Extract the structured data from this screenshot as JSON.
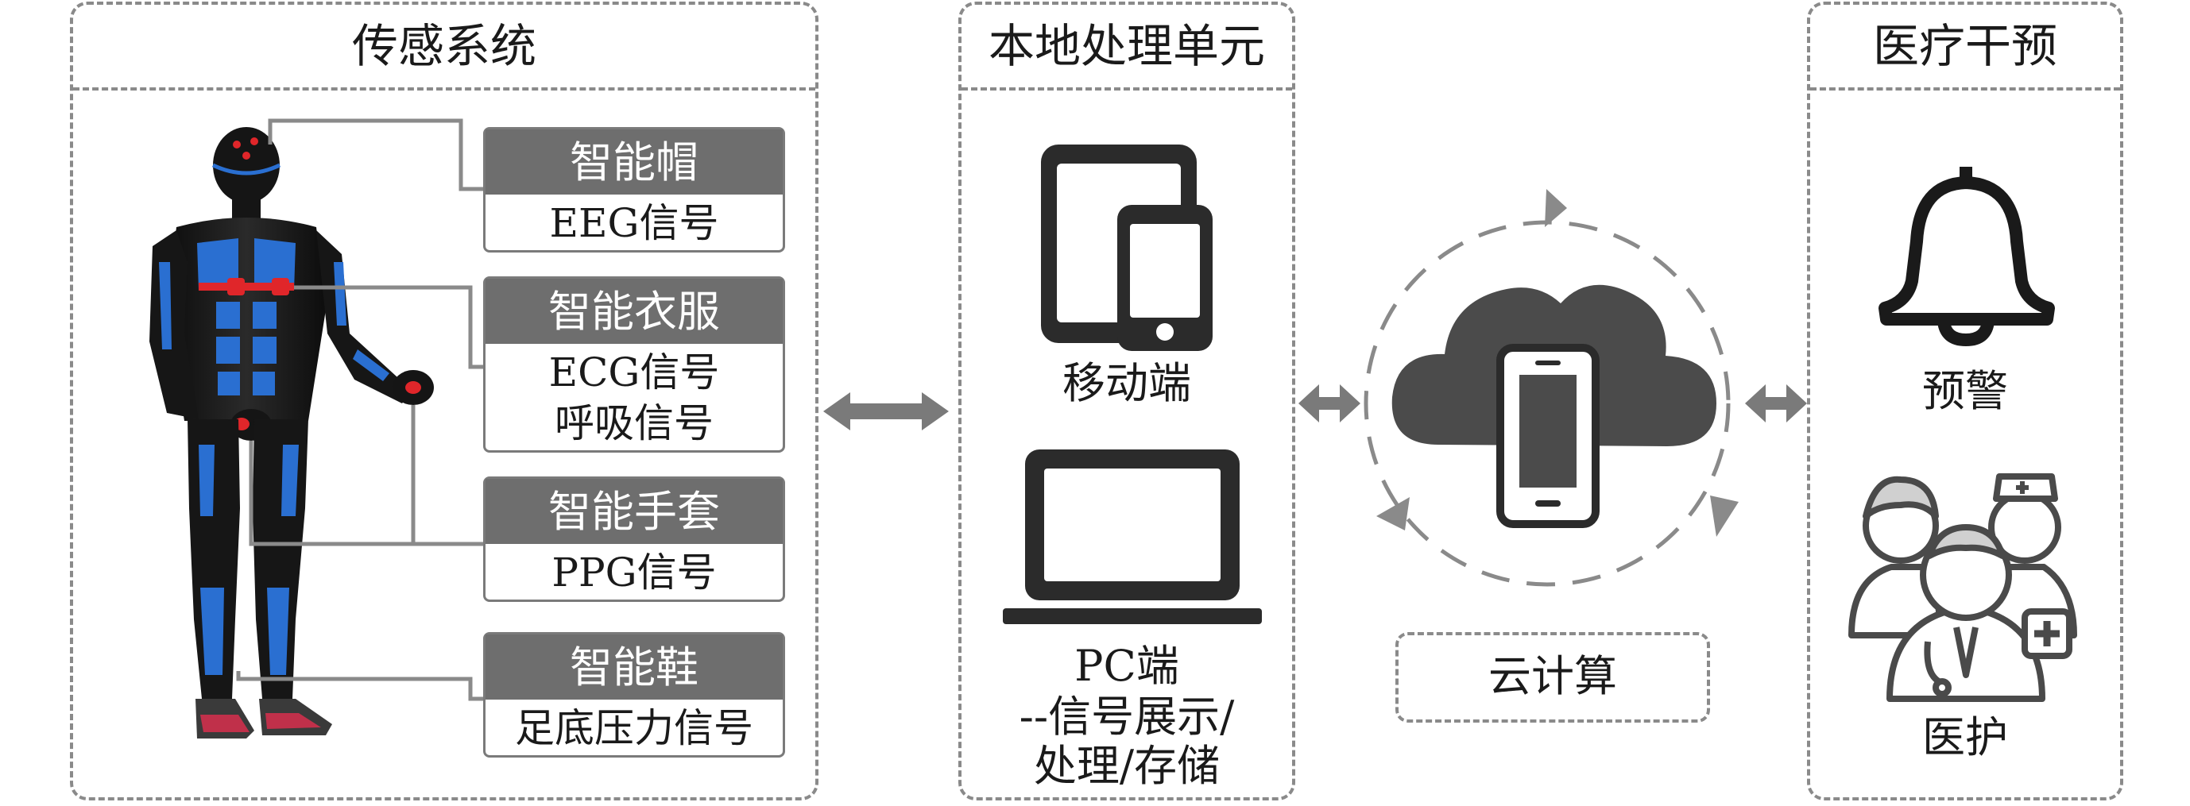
{
  "sensing": {
    "title": "传感系统",
    "devices": [
      {
        "name": "智能帽",
        "signals": [
          "EEG信号"
        ]
      },
      {
        "name": "智能衣服",
        "signals": [
          "ECG信号",
          "呼吸信号"
        ]
      },
      {
        "name": "智能手套",
        "signals": [
          "PPG信号"
        ]
      },
      {
        "name": "智能鞋",
        "signals": [
          "足底压力信号"
        ]
      }
    ]
  },
  "local": {
    "title": "本地处理单元",
    "mobile_label": "移动端",
    "pc_label_1": "PC端",
    "pc_label_2": "--信号展示/",
    "pc_label_3": "处理/存储"
  },
  "cloud": {
    "label": "云计算"
  },
  "medical": {
    "title": "医疗干预",
    "alarm_label": "预警",
    "care_label": "医护"
  },
  "colors": {
    "border": "#8a8a8a",
    "device_head": "#6e6e6e",
    "icon": "#2b2b2b",
    "suit_blue": "#2a6fd1",
    "sensor_red": "#e0262a"
  },
  "icons": [
    "bell-icon",
    "medical-staff-icon",
    "cloud-icon",
    "tablet-phone-icon",
    "laptop-icon",
    "human-figure-icon"
  ]
}
